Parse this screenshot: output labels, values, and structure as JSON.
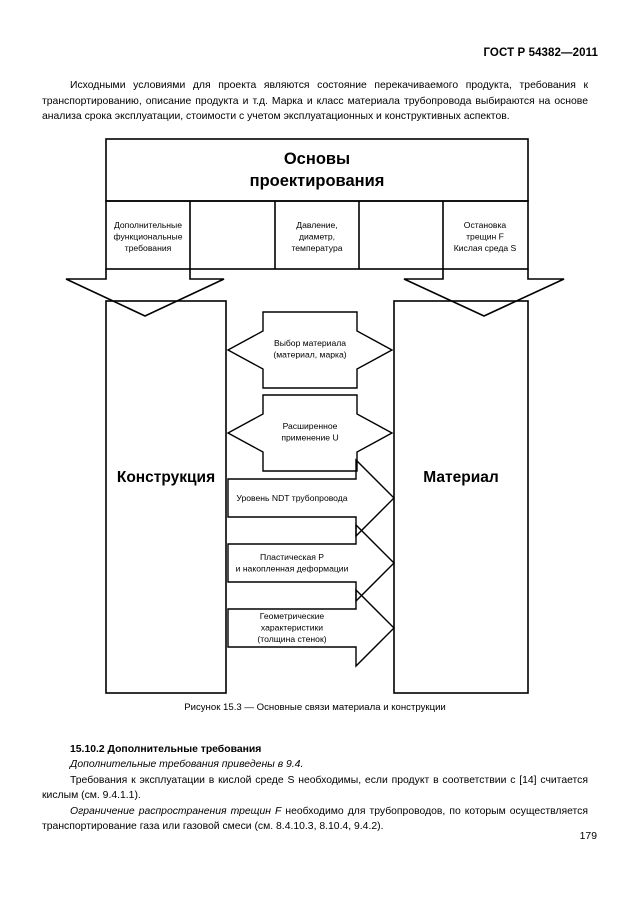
{
  "document": {
    "standard_header": "ГОСТ Р 54382—2011",
    "page_number": "179"
  },
  "intro_paragraph": "Исходными условиями для проекта являются состояние перекачиваемого продукта, требования к транспортированию, описание продукта и т.д. Марка и класс материала трубопровода выбираются на основе анализа срока эксплуатации, стоимости с учетом эксплуатационных и конструктивных аспектов.",
  "figure": {
    "caption": "Рисунок 15.3 — Основные связи материала и конструкции",
    "header_box": {
      "title_line1": "Основы",
      "title_line2": "проектирования"
    },
    "header_cells": [
      {
        "lines": [
          "Дополнительные",
          "функциональные",
          "требования"
        ]
      },
      {
        "lines": []
      },
      {
        "lines": [
          "Давление,",
          "диаметр,",
          "температура"
        ]
      },
      {
        "lines": []
      },
      {
        "lines": [
          "Остановка",
          "трещин F",
          "Кислая среда S"
        ]
      }
    ],
    "left_box_label": "Конструкция",
    "right_box_label": "Материал",
    "connectors": [
      {
        "direction": "both",
        "lines": [
          "Выбор материала",
          "(материал, марка)"
        ]
      },
      {
        "direction": "both",
        "lines": [
          "Расширенное",
          "применение U"
        ]
      },
      {
        "direction": "right",
        "lines": [
          "Уровень NDT трубопровода"
        ]
      },
      {
        "direction": "right",
        "lines": [
          "Пластическая P",
          "и накопленная деформации"
        ]
      },
      {
        "direction": "right",
        "lines": [
          "Геометрические",
          "характеристики",
          "(толщина стенок)"
        ]
      }
    ]
  },
  "section": {
    "heading": "15.10.2 Дополнительные требования",
    "italic_line": "Дополнительные требования приведены в 9.4.",
    "paragraph_1": "Требования к эксплуатации в кислой среде S необходимы, если продукт в соответствии с [14] считается кислым (см. 9.4.1.1).",
    "paragraph_2_italic": "Ограничение распространения трещин F",
    "paragraph_2_rest": " необходимо для трубопроводов, по которым осуществляется транспортирование газа или газовой смеси (см. 8.4.10.3, 8.10.4, 9.4.2)."
  }
}
